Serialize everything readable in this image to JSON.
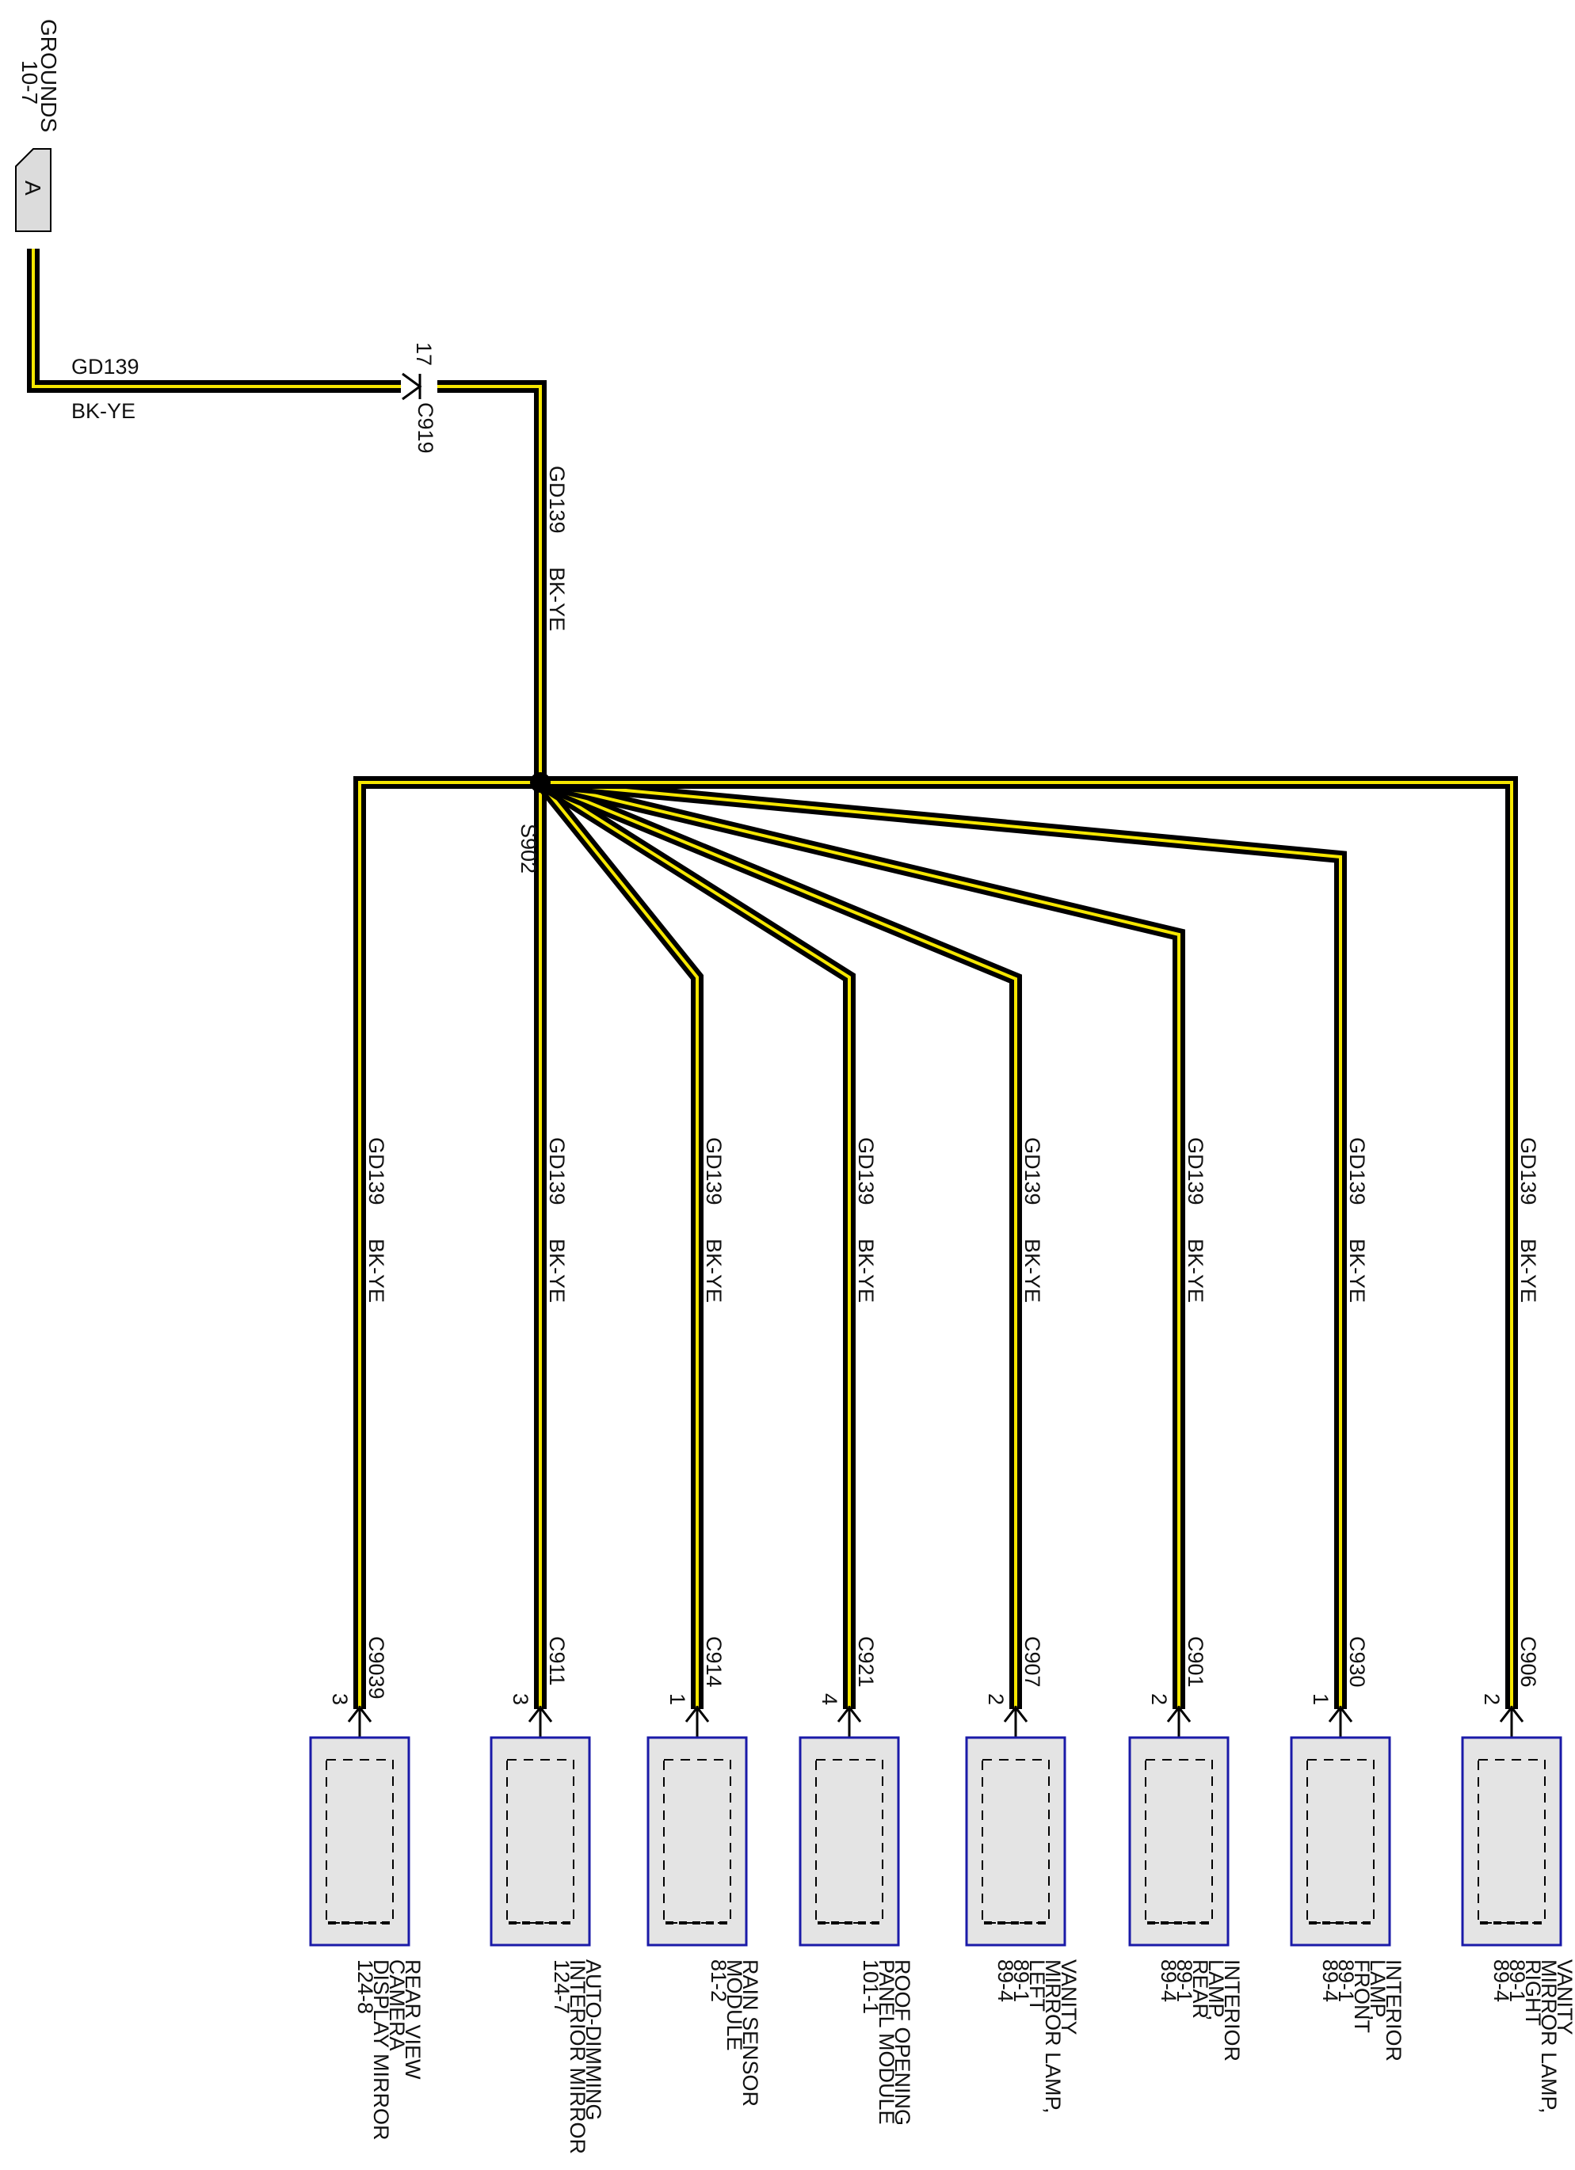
{
  "ground": {
    "title": "GROUNDS",
    "page_ref": "10-7",
    "connector_letter": "A"
  },
  "main_wire": {
    "circuit": "GD139",
    "color": "BK-YE"
  },
  "inline_connector": {
    "pin": "17",
    "name": "C919"
  },
  "vertical_wire": {
    "circuit": "GD139",
    "color": "BK-YE"
  },
  "splice": {
    "name": "S902"
  },
  "colors": {
    "wire_outer": "#000000",
    "wire_stripe": "#f5e600",
    "component_fill": "#e4e4e4",
    "component_border": "#1a1aa8"
  },
  "branches": [
    {
      "circuit": "GD139",
      "color": "BK-YE",
      "connector": "C9039",
      "pin": "3",
      "component": [
        "REAR VIEW",
        "CAMERA",
        "DISPLAY MIRROR",
        "124-8"
      ]
    },
    {
      "circuit": "GD139",
      "color": "BK-YE",
      "connector": "C911",
      "pin": "3",
      "component": [
        "AUTO-DIMMING",
        "INTERIOR MIRROR",
        "124-7"
      ]
    },
    {
      "circuit": "GD139",
      "color": "BK-YE",
      "connector": "C914",
      "pin": "1",
      "component": [
        "RAIN SENSOR",
        "MODULE",
        "81-2"
      ]
    },
    {
      "circuit": "GD139",
      "color": "BK-YE",
      "connector": "C921",
      "pin": "4",
      "component": [
        "ROOF OPENING",
        "PANEL MODULE",
        "101-1"
      ]
    },
    {
      "circuit": "GD139",
      "color": "BK-YE",
      "connector": "C907",
      "pin": "2",
      "component": [
        "VANITY",
        "MIRROR LAMP,",
        "LEFT",
        "89-1",
        "89-4"
      ]
    },
    {
      "circuit": "GD139",
      "color": "BK-YE",
      "connector": "C901",
      "pin": "2",
      "component": [
        "INTERIOR",
        "LAMP,",
        "REAR",
        "89-1",
        "89-4"
      ]
    },
    {
      "circuit": "GD139",
      "color": "BK-YE",
      "connector": "C930",
      "pin": "1",
      "component": [
        "INTERIOR",
        "LAMP,",
        "FRONT",
        "89-1",
        "89-4"
      ]
    },
    {
      "circuit": "GD139",
      "color": "BK-YE",
      "connector": "C906",
      "pin": "2",
      "component": [
        "VANITY",
        "MIRROR LAMP,",
        "RIGHT",
        "89-1",
        "89-4"
      ]
    }
  ]
}
